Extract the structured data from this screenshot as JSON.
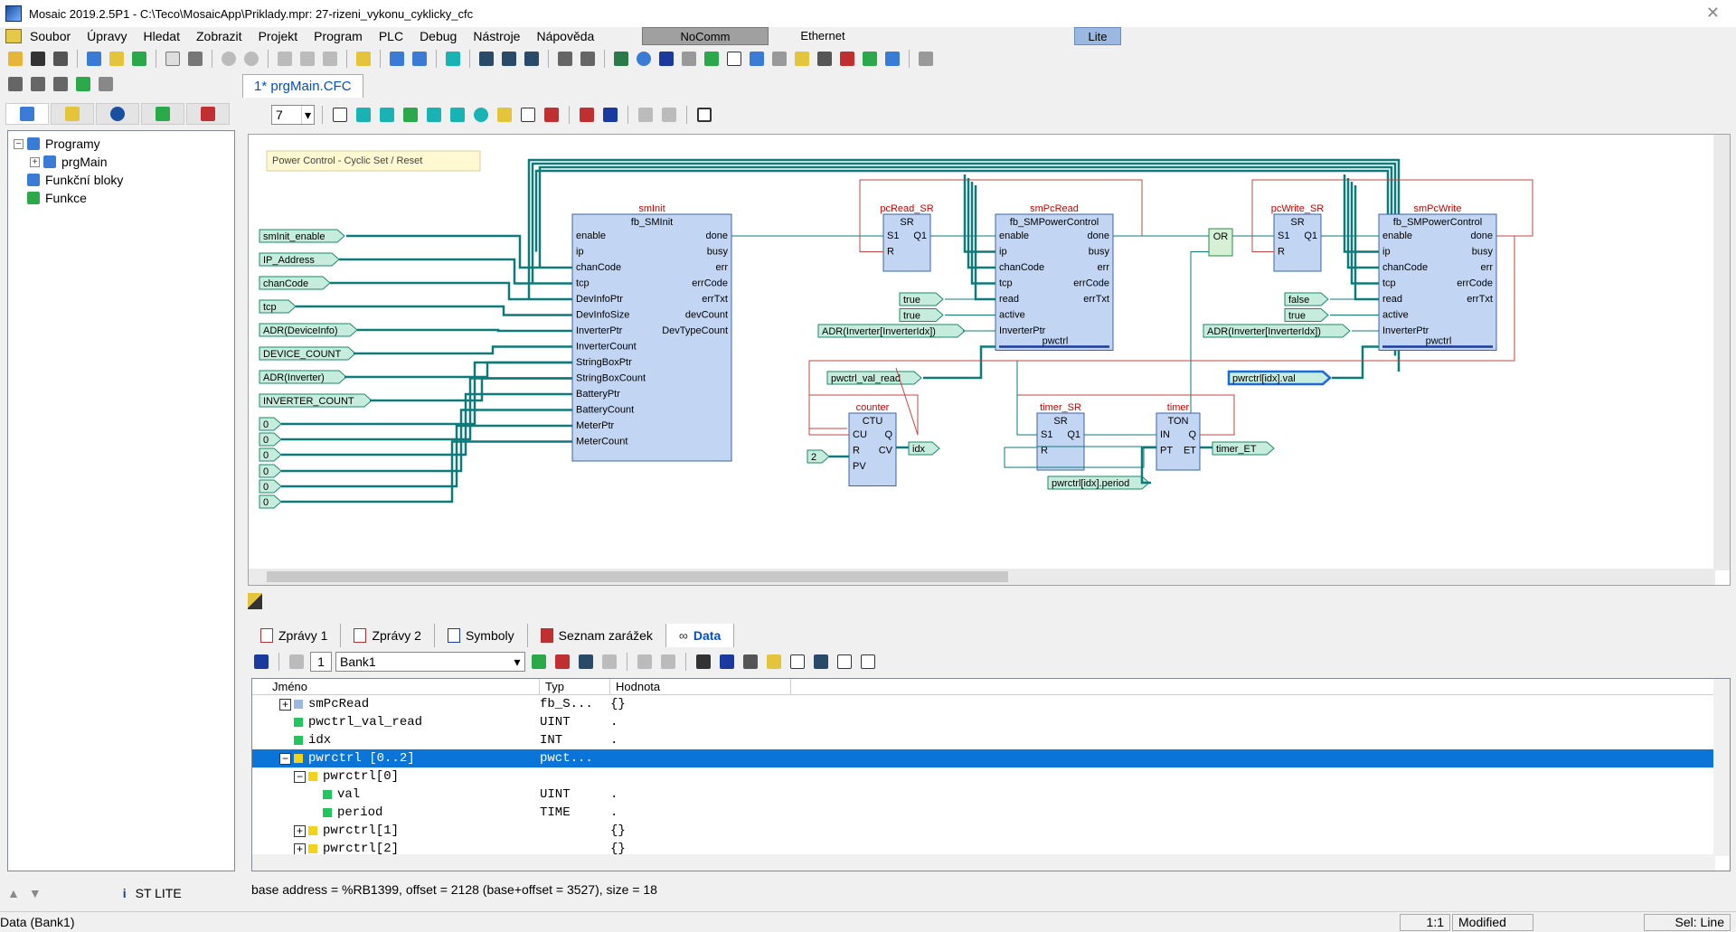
{
  "window": {
    "title": "Mosaic 2019.2.5P1 - C:\\Teco\\MosaicApp\\Priklady.mpr: 27-rizeni_vykonu_cyklicky_cfc"
  },
  "menu": [
    "Soubor",
    "Úpravy",
    "Hledat",
    "Zobrazit",
    "Projekt",
    "Program",
    "PLC",
    "Debug",
    "Nástroje",
    "Nápověda"
  ],
  "status_fields": {
    "comm": "NoComm",
    "link": "Ethernet",
    "edition": "Lite"
  },
  "tree": {
    "root": "Programy",
    "prog": "prgMain",
    "fb": "Funkční bloky",
    "fn": "Funkce"
  },
  "left_footer": {
    "label": "ST LITE"
  },
  "document": {
    "tab": "1* prgMain.CFC",
    "zoom": "7"
  },
  "cfc": {
    "comment": "Power Control - Cyclic Set / Reset",
    "inputs": [
      "smInit_enable",
      "IP_Address",
      "chanCode",
      "tcp",
      "ADR(DeviceInfo)",
      "DEVICE_COUNT",
      "ADR(Inverter)",
      "INVERTER_COUNT"
    ],
    "zeros": [
      "0",
      "0",
      "0",
      "0",
      "0",
      "0"
    ],
    "smInit": {
      "inst": "smInit",
      "type": "fb_SMInit",
      "in": [
        "enable",
        "ip",
        "chanCode",
        "tcp",
        "DevInfoPtr",
        "DevInfoSize",
        "InverterPtr",
        "InverterCount",
        "StringBoxPtr",
        "StringBoxCount",
        "BatteryPtr",
        "BatteryCount",
        "MeterPtr",
        "MeterCount"
      ],
      "out": [
        "done",
        "busy",
        "err",
        "errCode",
        "errTxt",
        "devCount",
        "DevTypeCount"
      ]
    },
    "pcRead_SR": {
      "inst": "pcRead_SR",
      "type": "SR",
      "in": [
        "S1",
        "R"
      ],
      "out": [
        "Q1"
      ]
    },
    "smPcRead": {
      "inst": "smPcRead",
      "type": "fb_SMPowerControl",
      "in": [
        "enable",
        "ip",
        "chanCode",
        "tcp",
        "read",
        "active",
        "InverterPtr"
      ],
      "out": [
        "done",
        "busy",
        "err",
        "errCode",
        "errTxt"
      ],
      "inout": "pwctrl"
    },
    "read_consts": [
      "true",
      "true"
    ],
    "read_adr": "ADR(Inverter[InverterIdx])",
    "read_val": "pwctrl_val_read",
    "or": "OR",
    "pcWrite_SR": {
      "inst": "pcWrite_SR",
      "type": "SR",
      "in": [
        "S1",
        "R"
      ],
      "out": [
        "Q1"
      ]
    },
    "smPcWrite": {
      "inst": "smPcWrite",
      "type": "fb_SMPowerControl",
      "in": [
        "enable",
        "ip",
        "chanCode",
        "tcp",
        "read",
        "active",
        "InverterPtr"
      ],
      "out": [
        "done",
        "busy",
        "err",
        "errCode",
        "errTxt"
      ],
      "inout": "pwctrl"
    },
    "write_consts": [
      "false",
      "true"
    ],
    "write_adr": "ADR(Inverter[InverterIdx])",
    "write_val": "pwrctrl[idx].val",
    "counter": {
      "inst": "counter",
      "type": "CTU",
      "in": [
        "CU",
        "R",
        "PV"
      ],
      "out": [
        "Q",
        "CV"
      ]
    },
    "counter_pv": "2",
    "counter_cv": "idx",
    "timer_SR": {
      "inst": "timer_SR",
      "type": "SR",
      "in": [
        "S1",
        "R"
      ],
      "out": [
        "Q1"
      ]
    },
    "timer": {
      "inst": "timer",
      "type": "TON",
      "in": [
        "IN",
        "PT"
      ],
      "out": [
        "Q",
        "ET"
      ]
    },
    "timer_et": "timer_ET",
    "timer_pt": "pwrctrl[idx].period"
  },
  "panel": {
    "tabs": [
      "Zprávy 1",
      "Zprávy 2",
      "Symboly",
      "Seznam zarážek",
      "Data"
    ],
    "bank_index": "1",
    "bank": "Bank1",
    "columns": [
      "Jméno",
      "Typ",
      "Hodnota"
    ],
    "rows": [
      {
        "name": "smPcRead",
        "type": "fb_S...",
        "value": "{}",
        "exp": "+",
        "indent": 0,
        "color": "#9ab8e0"
      },
      {
        "name": "pwctrl_val_read",
        "type": "UINT",
        "value": ".",
        "exp": "",
        "indent": 0,
        "color": "#22c55e"
      },
      {
        "name": "idx",
        "type": "INT",
        "value": ".",
        "exp": "",
        "indent": 0,
        "color": "#22c55e"
      },
      {
        "name": "pwrctrl [0..2]",
        "type": "pwct...",
        "value": "",
        "exp": "−",
        "indent": 0,
        "color": "#f2d21b"
      },
      {
        "name": "pwrctrl[0]",
        "type": "",
        "value": "",
        "exp": "−",
        "indent": 1,
        "color": "#f2d21b"
      },
      {
        "name": "val",
        "type": "UINT",
        "value": ".",
        "exp": "",
        "indent": 2,
        "color": "#22c55e"
      },
      {
        "name": "period",
        "type": "TIME",
        "value": ".",
        "exp": "",
        "indent": 2,
        "color": "#22c55e"
      },
      {
        "name": "pwrctrl[1]",
        "type": "",
        "value": "{}",
        "exp": "+",
        "indent": 1,
        "color": "#f2d21b"
      },
      {
        "name": "pwrctrl[2]",
        "type": "",
        "value": "{}",
        "exp": "+",
        "indent": 1,
        "color": "#f2d21b"
      }
    ],
    "info": "base address = %RB1399, offset = 2128 (base+offset = 3527), size = 18"
  },
  "statusbar": {
    "left": "Data (Bank1)",
    "pos": "1:1",
    "mode": "Modified",
    "sel": "Sel: Line"
  }
}
